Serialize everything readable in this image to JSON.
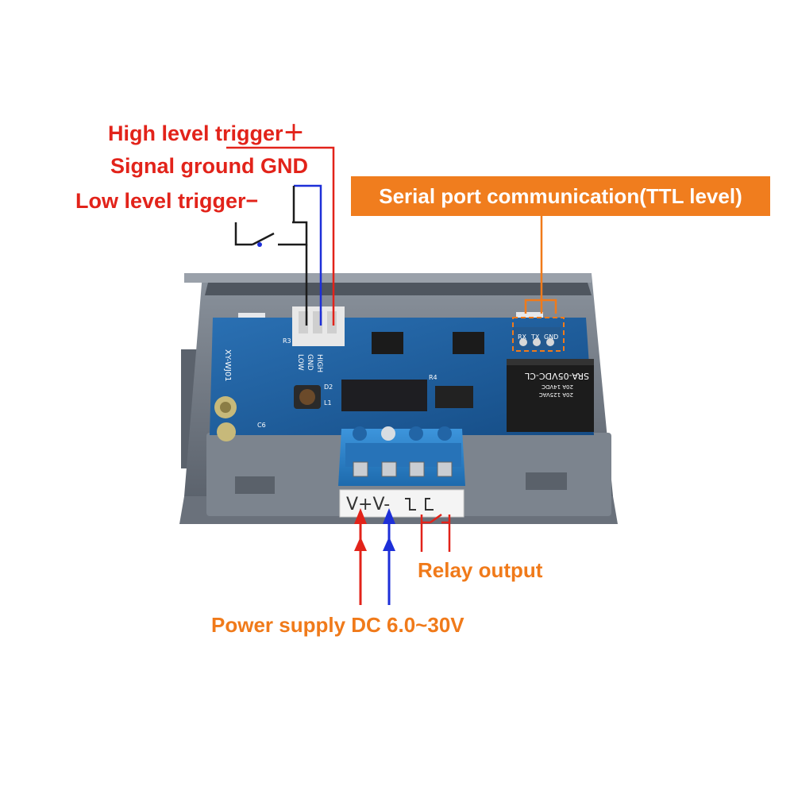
{
  "labels": {
    "high_trigger": "High level trigger＋",
    "signal_ground": "Signal ground GND",
    "low_trigger": "Low level trigger−",
    "serial_comm": "Serial port communication(TTL level)",
    "relay_output": "Relay output",
    "power_supply": "Power supply DC 6.0~30V"
  },
  "board": {
    "model": "XY-WJ01",
    "input_pins": [
      "HIGH",
      "GND",
      "LOW"
    ],
    "serial_pins": [
      "RX",
      "TX",
      "GND"
    ],
    "terminal_label": "V+V-",
    "relay_model": "SRA-05VDC-CL",
    "relay_rating_1": "20A 14VDC",
    "relay_rating_2": "20A 125VAC",
    "silk": [
      "R3",
      "D2",
      "L1",
      "C6",
      "R4"
    ]
  },
  "colors": {
    "red": "#e2231a",
    "blue": "#1d2fd8",
    "orange": "#f07a1a",
    "pcb": "#1f5f9e",
    "case": "#6e7682",
    "terminal": "#2f7fc4"
  }
}
